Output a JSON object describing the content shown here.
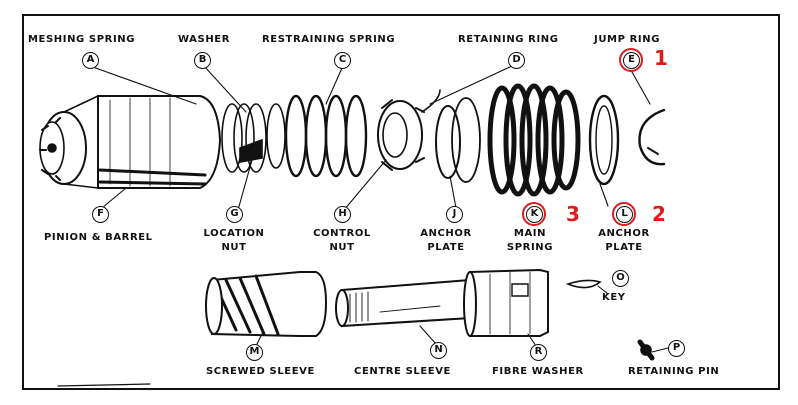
{
  "labels": {
    "meshing_spring": "MESHING SPRING",
    "washer": "WASHER",
    "restraining_spring": "RESTRAINING SPRING",
    "retaining_ring": "RETAINING RING",
    "jump_ring": "JUMP RING",
    "pinion_barrel": "PINION & BARREL",
    "location_nut_1": "LOCATION",
    "location_nut_2": "NUT",
    "control_nut_1": "CONTROL",
    "control_nut_2": "NUT",
    "anchor_plate_j_1": "ANCHOR",
    "anchor_plate_j_2": "PLATE",
    "main_spring_1": "MAIN",
    "main_spring_2": "SPRING",
    "anchor_plate_l_1": "ANCHOR",
    "anchor_plate_l_2": "PLATE",
    "key": "KEY",
    "screwed_sleeve": "SCREWED SLEEVE",
    "centre_sleeve": "CENTRE SLEEVE",
    "fibre_washer": "FIBRE WASHER",
    "retaining_pin": "RETAINING PIN"
  },
  "letters": {
    "A": "A",
    "B": "B",
    "C": "C",
    "D": "D",
    "E": "E",
    "F": "F",
    "G": "G",
    "H": "H",
    "J": "J",
    "K": "K",
    "L": "L",
    "M": "M",
    "N": "N",
    "O": "O",
    "P": "P",
    "R": "R"
  },
  "annotations": {
    "num_1": "1",
    "num_2": "2",
    "num_3": "3",
    "highlight_color": "#e01a1a"
  }
}
